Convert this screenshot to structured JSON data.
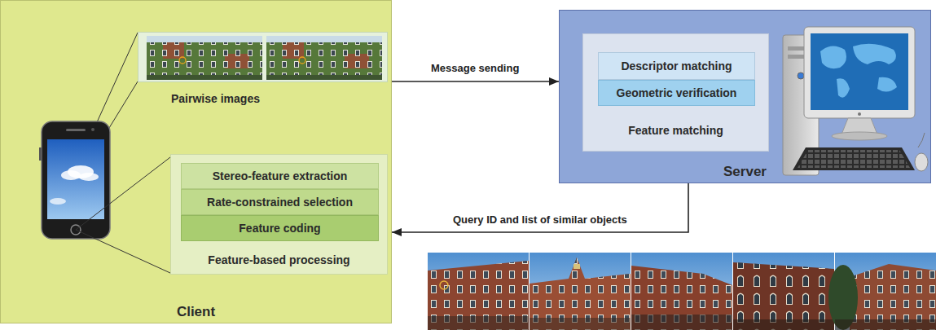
{
  "diagram": {
    "nodes": [
      {
        "text": [
          "Client"
        ]
      },
      {
        "text": [
          "Pairwise images"
        ],
        "in": 0
      },
      {
        "text": [
          "Feature-based processing"
        ],
        "in": 0
      },
      {
        "text": [
          "Stereo-feature extraction"
        ],
        "in": 2
      },
      {
        "text": [
          "Rate-constrained selection"
        ],
        "in": 2
      },
      {
        "text": [
          "Feature coding"
        ],
        "in": 2
      },
      {
        "text": [
          "Server"
        ]
      },
      {
        "text": [
          "Feature matching"
        ],
        "in": 6
      },
      {
        "text": [
          "Descriptor matching"
        ],
        "in": 7
      },
      {
        "text": [
          "Geometric verification"
        ],
        "in": 7
      }
    ],
    "edges": [
      {
        "from": 0,
        "to": 6,
        "label": "Message sending",
        "arrow": "to"
      },
      {
        "from": 6,
        "to": 0,
        "label": "Query ID and list of similar objects",
        "arrow": "to"
      }
    ]
  }
}
